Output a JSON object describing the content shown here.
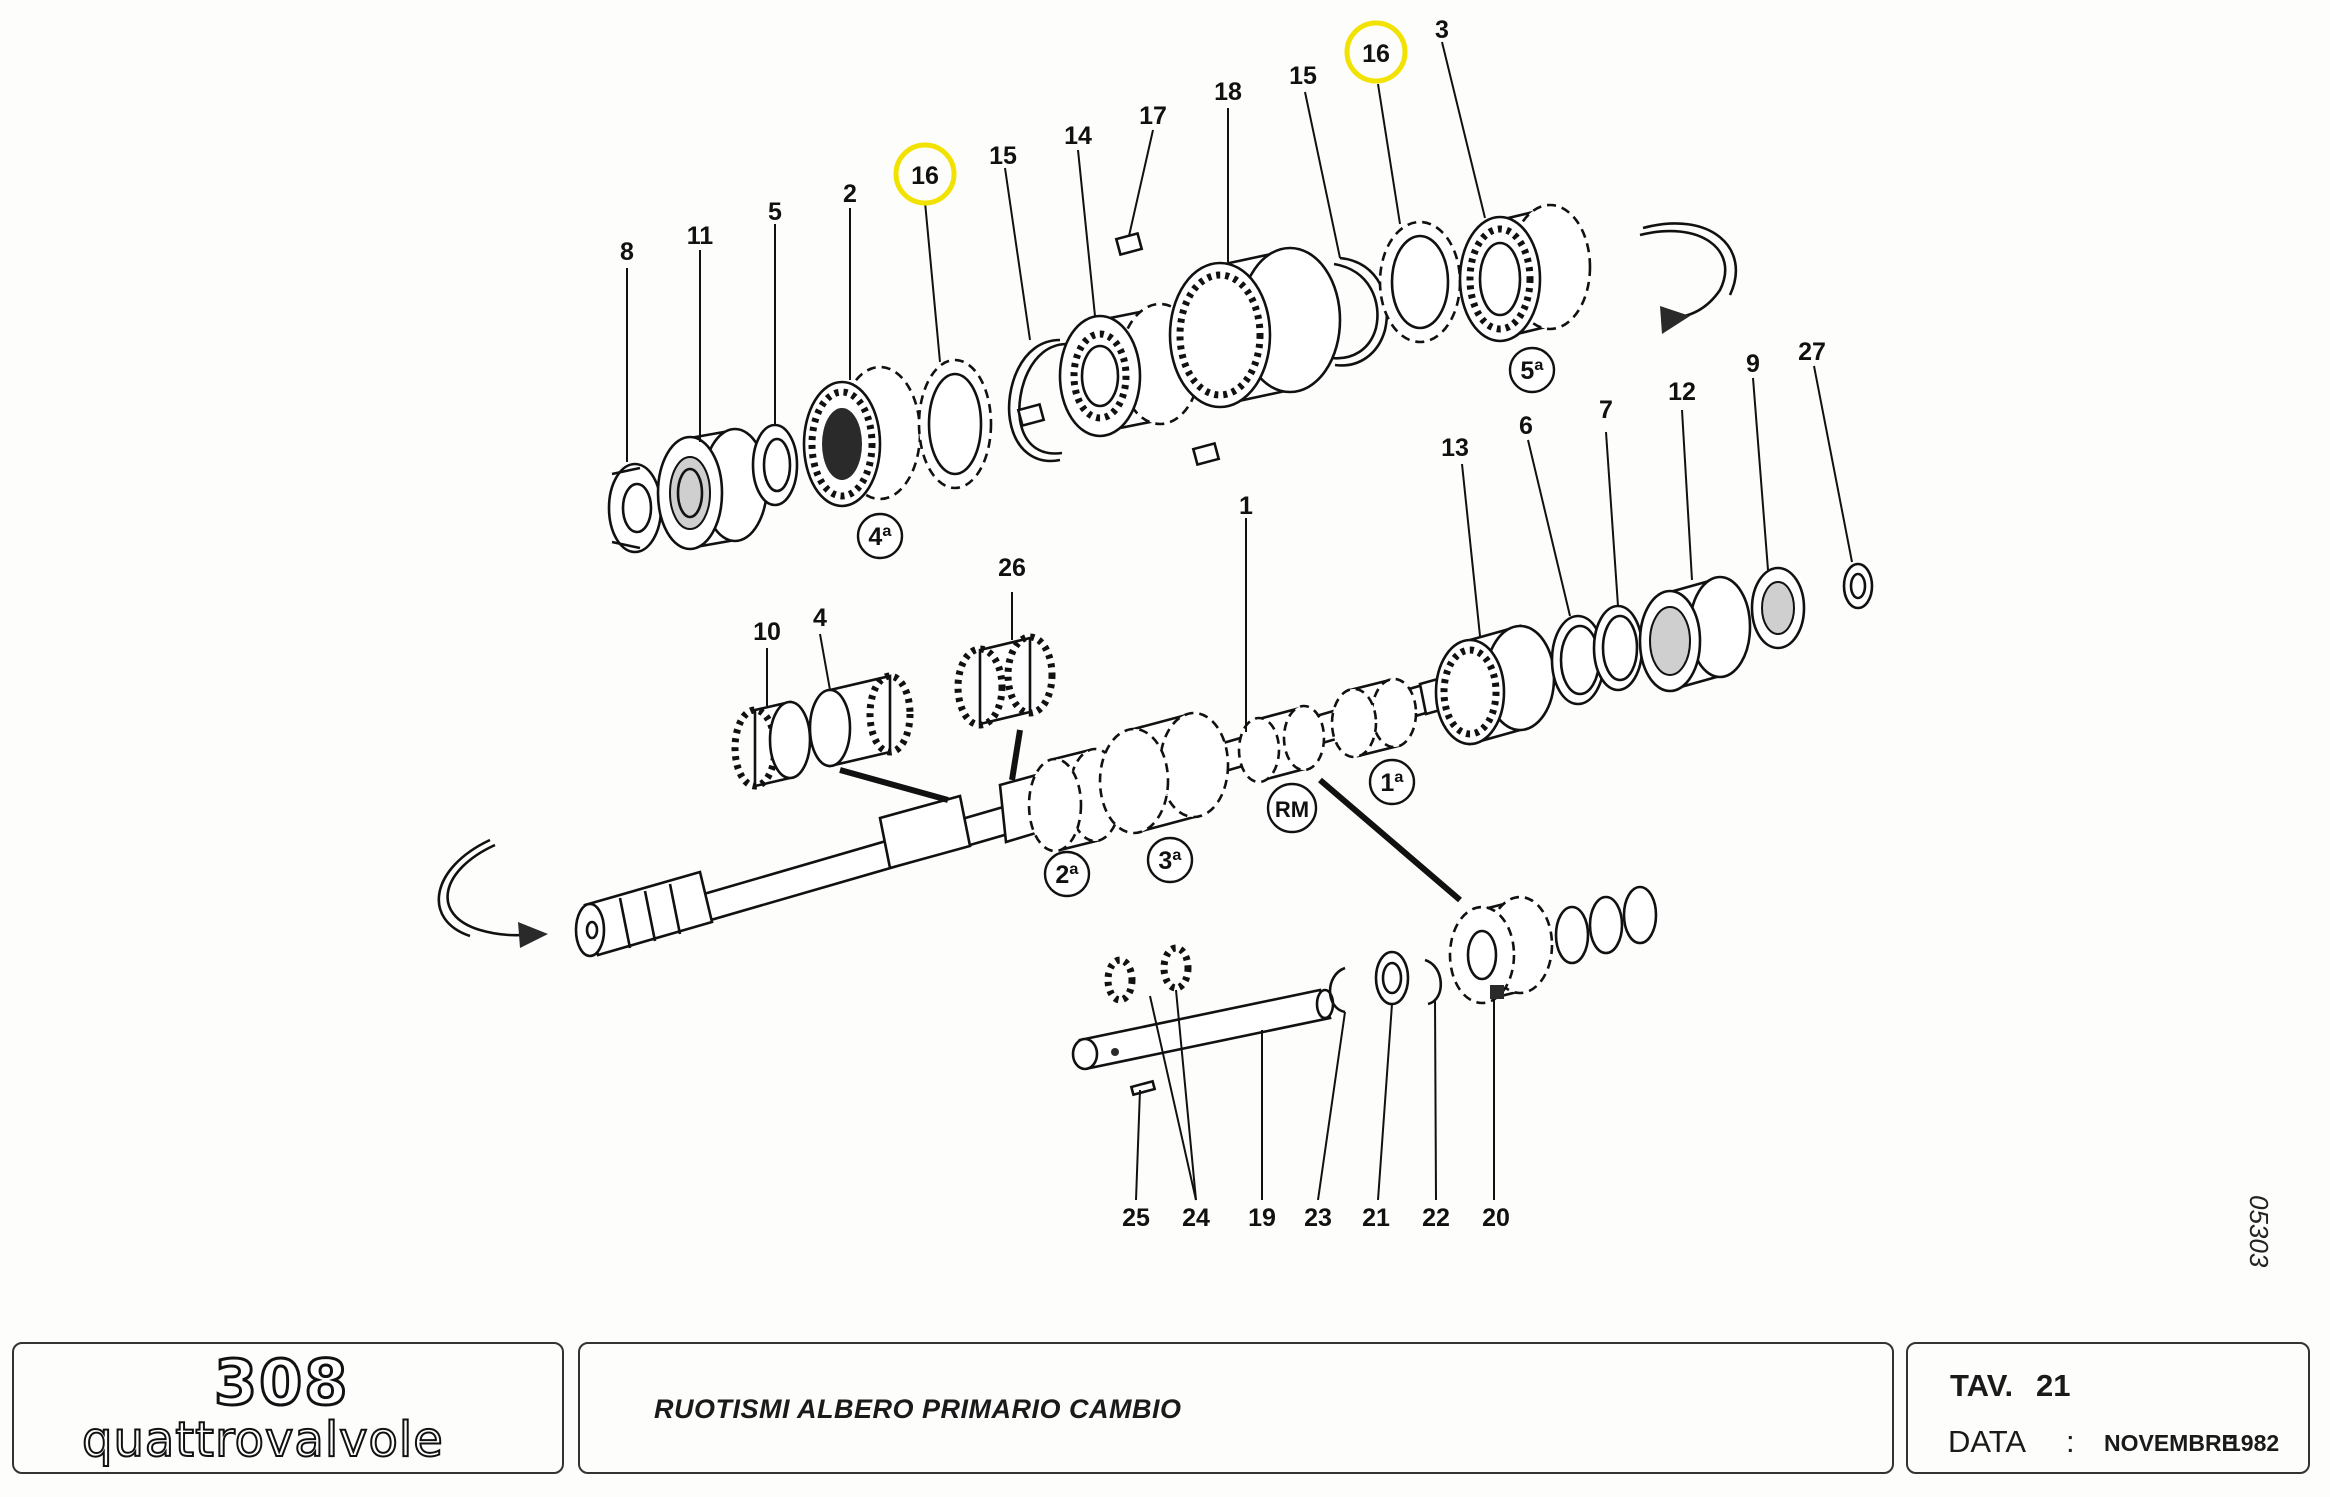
{
  "drawing_code": "05303",
  "labels": {
    "l8": "8",
    "l11": "11",
    "l5": "5",
    "l2": "2",
    "l16a": "16",
    "l15a": "15",
    "l14": "14",
    "l17": "17",
    "l18": "18",
    "l15b": "15",
    "l16b": "16",
    "l3": "3",
    "l1": "1",
    "l13": "13",
    "l6": "6",
    "l7": "7",
    "l12": "12",
    "l9": "9",
    "l27": "27",
    "l10": "10",
    "l4": "4",
    "l26": "26",
    "l25": "25",
    "l24": "24",
    "l19": "19",
    "l23": "23",
    "l21": "21",
    "l22": "22",
    "l20": "20"
  },
  "gear_marks": {
    "g4": "4ª",
    "g5": "5ª",
    "g1": "1ª",
    "g2": "2ª",
    "g3": "3ª",
    "rm": "RM"
  },
  "highlight_color": "#f2e200",
  "title_block": {
    "logo_number": "308",
    "logo_name": "quattrovalvole",
    "title": "RUOTISMI ALBERO PRIMARIO CAMBIO",
    "tav_label": "TAV.",
    "tav_number": "21",
    "data_label": "DATA",
    "data_colon": ":",
    "data_month": "NOVEMBRE",
    "data_year": "1982"
  }
}
